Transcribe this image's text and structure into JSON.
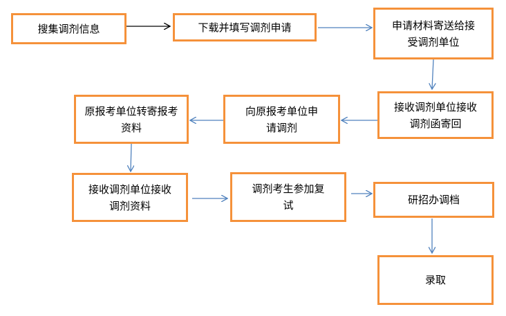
{
  "steps": {
    "collect_info": "搜集调剂信息",
    "download_form": "下载并填写调剂申请",
    "send_materials": "申请材料寄送给接受调剂单位",
    "receive_letter": "接收调剂单位接收调剂函寄回",
    "apply_original": "向原报考单位申请调剂",
    "forward_materials": "原报考单位转寄报考资料",
    "receive_materials": "接收调剂单位接收调剂资料",
    "retest": "调剂考生参加复试",
    "archive_transfer": "研招办调档",
    "admission": "录取"
  },
  "colors": {
    "box_border": "#f5913a",
    "first_arrow": "#000000",
    "arrow": "#4f81bd"
  }
}
